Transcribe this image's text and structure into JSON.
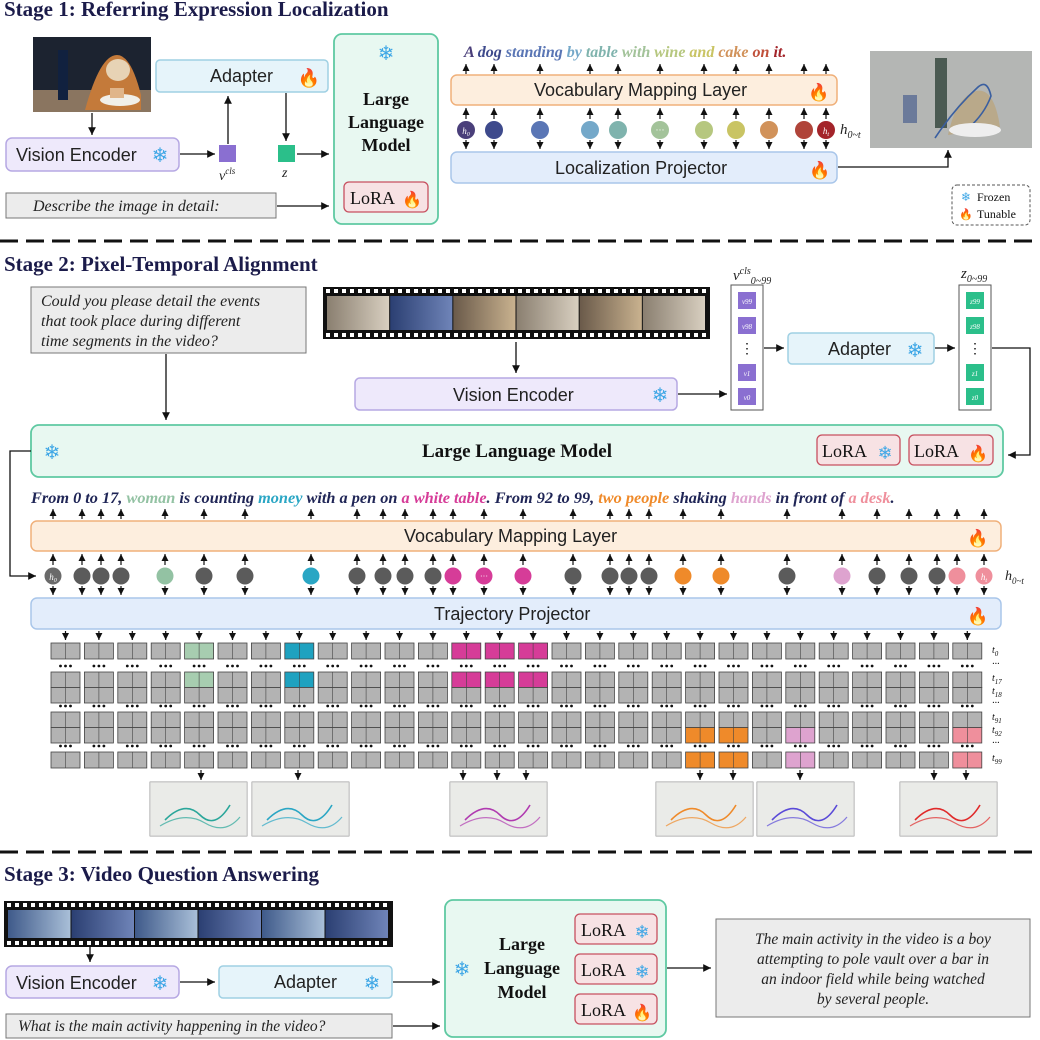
{
  "stage1": {
    "title": "Stage 1: Referring Expression Localization",
    "adapter": "Adapter",
    "vision_encoder": "Vision Encoder",
    "llm_line1": "Large",
    "llm_line2": "Language",
    "llm_line3": "Model",
    "lora": "LoRA",
    "vcls_label": "v",
    "vcls_sup": "cls",
    "z_label": "z",
    "vocab_layer": "Vocabulary Mapping Layer",
    "loc_projector": "Localization Projector",
    "prompt": "Describe the image in detail:",
    "h_label": "h",
    "h_sub": "0~t",
    "token_h0": "h",
    "token_h0_sub": "0",
    "token_ht": "h",
    "token_ht_sub": "t",
    "token_dots": "···",
    "caption_words": [
      {
        "text": "A",
        "color": "#4a3f7a"
      },
      {
        "text": "dog",
        "color": "#3e4a8c"
      },
      {
        "text": "standing",
        "color": "#5a76b5"
      },
      {
        "text": "by",
        "color": "#74a8c9"
      },
      {
        "text": "table",
        "color": "#7fb3ad"
      },
      {
        "text": "with",
        "color": "#a3c39a"
      },
      {
        "text": "wine",
        "color": "#b6c77f"
      },
      {
        "text": "and",
        "color": "#c9c464"
      },
      {
        "text": "cake",
        "color": "#d1925a"
      },
      {
        "text": "on",
        "color": "#c0503a"
      },
      {
        "text": "it.",
        "color": "#a3242a"
      }
    ],
    "legend_frozen": "Frozen",
    "legend_tunable": "Tunable"
  },
  "stage2": {
    "title": "Stage 2: Pixel-Temporal Alignment",
    "question": [
      "Could you please detail the events",
      "that took place during different",
      "time segments in the video?"
    ],
    "vision_encoder": "Vision Encoder",
    "adapter": "Adapter",
    "llm": "Large Language Model",
    "lora1": "LoRA",
    "lora2": "LoRA",
    "vcls_label": "v",
    "vcls_sup": "cls",
    "vcls_sub": "0~99",
    "z_label": "z",
    "z_sub": "0~99",
    "v_tokens": [
      "v99",
      "v98",
      "⋮",
      "v1",
      "v0"
    ],
    "z_tokens": [
      "z99",
      "z98",
      "⋮",
      "z1",
      "z0"
    ],
    "vocab_layer": "Vocabulary Mapping Layer",
    "traj_projector": "Trajectory Projector",
    "h_label": "h",
    "h_sub": "0~t",
    "token_h0": "h",
    "token_h0_sub": "0",
    "token_ht": "h",
    "token_ht_sub": "t",
    "token_dots": "···",
    "caption_segments": [
      {
        "text": "From 0 to 17, ",
        "color": "#1f2556",
        "style": "plain"
      },
      {
        "text": "woman",
        "color": "#93c2a3",
        "style": "plain"
      },
      {
        "text": " is counting ",
        "color": "#1f2556",
        "style": "plain"
      },
      {
        "text": "money",
        "color": "#2aa6c4",
        "style": "plain"
      },
      {
        "text": " with a pen on ",
        "color": "#1f2556",
        "style": "plain"
      },
      {
        "text": "a white table",
        "color": "#d63c98",
        "style": "plain"
      },
      {
        "text": ". From 92 to 99, ",
        "color": "#1f2556",
        "style": "plain"
      },
      {
        "text": "two people",
        "color": "#ef8a2a",
        "style": "plain"
      },
      {
        "text": " shaking ",
        "color": "#1f2556",
        "style": "plain"
      },
      {
        "text": "hands",
        "color": "#dea3cf",
        "style": "plain"
      },
      {
        "text": " in front of ",
        "color": "#1f2556",
        "style": "plain"
      },
      {
        "text": "a desk",
        "color": "#ef8f9c",
        "style": "plain"
      },
      {
        "text": ".",
        "color": "#1f2556",
        "style": "plain"
      }
    ],
    "time_labels": [
      {
        "t": "t",
        "sub": "0"
      },
      {
        "t": "···",
        "sub": ""
      },
      {
        "t": "t",
        "sub": "17"
      },
      {
        "t": "t",
        "sub": "18"
      },
      {
        "t": "···",
        "sub": ""
      },
      {
        "t": "t",
        "sub": "91"
      },
      {
        "t": "t",
        "sub": "92"
      },
      {
        "t": "···",
        "sub": ""
      },
      {
        "t": "t",
        "sub": "99"
      }
    ]
  },
  "stage3": {
    "title": "Stage 3: Video Question Answering",
    "vision_encoder": "Vision Encoder",
    "adapter": "Adapter",
    "llm_line1": "Large",
    "llm_line2": "Language",
    "llm_line3": "Model",
    "lora1": "LoRA",
    "lora2": "LoRA",
    "lora3": "LoRA",
    "question": "What is the main activity happening in the video?",
    "answer": [
      "The main activity in the video is a boy",
      "attempting to pole vault over a bar in",
      "an indoor field while being watched",
      "by several people."
    ]
  },
  "colors": {
    "frozen": "#3fa7e6",
    "tunable": "#e8452f",
    "llm_green": "#5fc9a2",
    "vision_purple": "#b6a8e3",
    "adapter_blue": "#9fd0e3",
    "vocab_orange": "#f0b07a",
    "proj_blue": "#a9c6ea",
    "lora_red": "#c7505f",
    "grid_gray": "#b3b3b3"
  },
  "stage1_tokens": [
    "#4a3f7a",
    "#3e4a8c",
    "#5a76b5",
    "#74a8c9",
    "#7fb3ad",
    "#a3c39a",
    "#b6c77f",
    "#c9c464",
    "#d1925a",
    "#b0443a",
    "#a3242a"
  ],
  "stage2_tokens": [
    "h0",
    "#5b5b5b",
    "#5b5b5b",
    "#5b5b5b",
    "#93c2a3",
    "#5b5b5b",
    "#5b5b5b",
    "#2aa6c4",
    "#5b5b5b",
    "#5b5b5b",
    "#5b5b5b",
    "#5b5b5b",
    "#d63c98",
    "dotsM",
    "#d63c98",
    "#5b5b5b",
    "#5b5b5b",
    "#5b5b5b",
    "#5b5b5b",
    "#ef8a2a",
    "#ef8a2a",
    "#5b5b5b",
    "#dea3cf",
    "#5b5b5b",
    "#5b5b5b",
    "#5b5b5b",
    "#ef8f9c",
    "ht"
  ]
}
